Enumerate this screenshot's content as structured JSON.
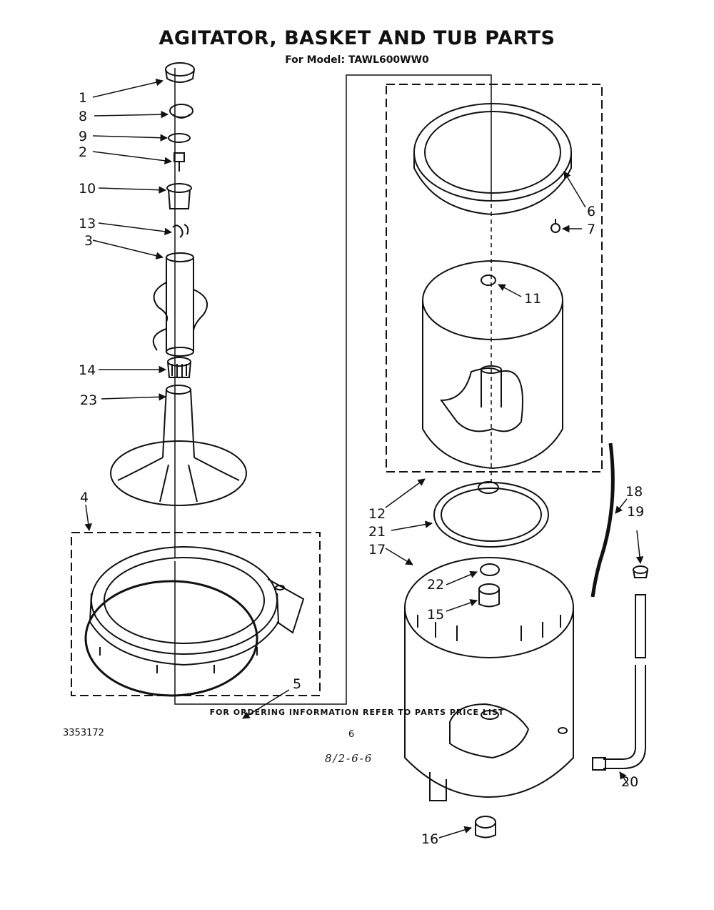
{
  "title": "AGITATOR, BASKET AND TUB PARTS",
  "subtitle": "For Model: TAWL600WW0",
  "footer_note": "FOR ORDERING INFORMATION REFER TO PARTS PRICE LIST",
  "document_number": "3353172",
  "page_number": "6",
  "handwritten_note": "8/2-6-6",
  "callouts": {
    "c1": "1",
    "c8": "8",
    "c9": "9",
    "c2": "2",
    "c10": "10",
    "c13": "13",
    "c3": "3",
    "c14": "14",
    "c23": "23",
    "c4": "4",
    "c5": "5",
    "c6": "6",
    "c7": "7",
    "c11": "11",
    "c12": "12",
    "c21": "21",
    "c17": "17",
    "c22": "22",
    "c15": "15",
    "c16": "16",
    "c18": "18",
    "c19": "19",
    "c20": "20"
  }
}
